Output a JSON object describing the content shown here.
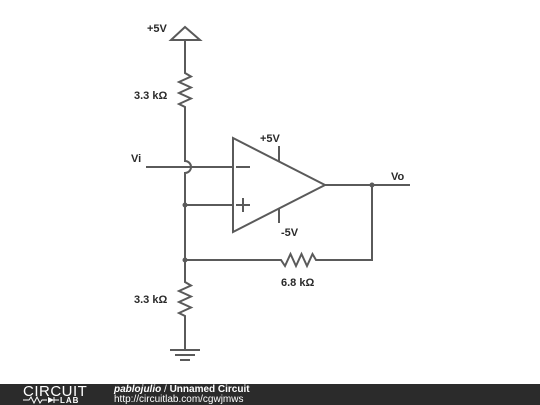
{
  "schematic": {
    "supply_top_label": "+5V",
    "r_top_label": "3.3 kΩ",
    "input_label": "Vi",
    "opamp_vpos_label": "+5V",
    "opamp_vneg_label": "-5V",
    "output_label": "Vo",
    "r_feedback_label": "6.8 kΩ",
    "r_bottom_label": "3.3 kΩ",
    "minus_sign": "−",
    "plus_sign": "+"
  },
  "footer": {
    "logo_word_1": "CIRCUIT",
    "logo_word_2": "LAB",
    "author": "pablojulio",
    "separator": " / ",
    "circuit_title": "Unnamed Circuit",
    "url": "http://circuitlab.com/cgwjmws"
  },
  "colors": {
    "wire": "#5a5a5a",
    "footer_bg": "#2b2b2b",
    "footer_text": "#ffffff"
  }
}
